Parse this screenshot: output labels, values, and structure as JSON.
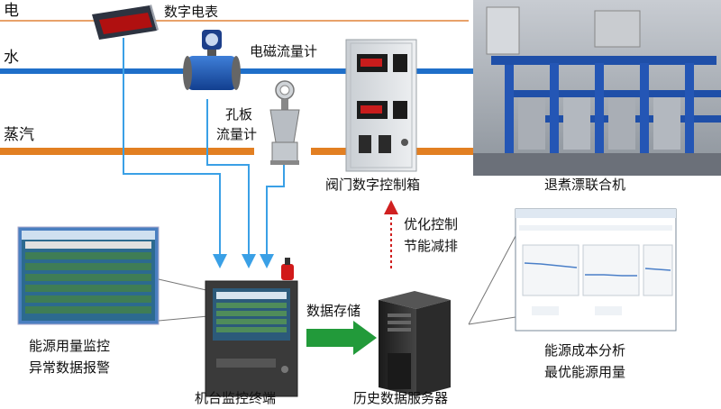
{
  "lines": {
    "electricity": "电",
    "water": "水",
    "steam": "蒸汽"
  },
  "devices": {
    "digital_meter": "数字电表",
    "em_flowmeter": "电磁流量计",
    "orifice_flowmeter_line1": "孔板",
    "orifice_flowmeter_line2": "流量计",
    "valve_box": "阀门数字控制箱",
    "machine": "退煮漂联合机",
    "terminal": "机台监控终端",
    "server": "历史数据服务器"
  },
  "flows": {
    "optimize_line1": "优化控制",
    "optimize_line2": "节能减排",
    "storage": "数据存储"
  },
  "callouts": {
    "monitor_line1": "能源用量监控",
    "monitor_line2": "异常数据报警",
    "analysis_line1": "能源成本分析",
    "analysis_line2": "最优能源用量"
  },
  "colors": {
    "electricity": "#e8a26a",
    "water": "#1f6fc9",
    "steam": "#e27f22",
    "signal": "#3aa0e6",
    "storage_arrow": "#229a3a",
    "optimize_arrow": "#d02020"
  }
}
